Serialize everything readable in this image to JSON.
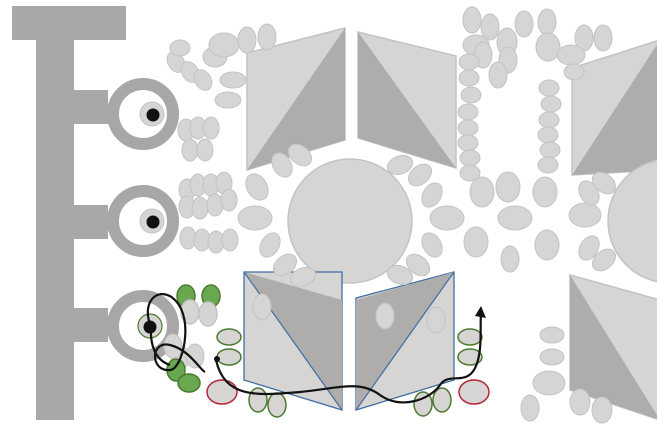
{
  "diagram": {
    "colors": {
      "background": "#ffffff",
      "bar": "#aaa8a6",
      "cell_fill": "#d6d5d4",
      "cell_stroke": "#c4c3c2",
      "cell_dark": "#aeadac",
      "selected_outline": "#4b7a2f",
      "highlight_fill": "#6aa84f",
      "alert_outline": "#b5283a",
      "panel_outline": "#3e6fa3",
      "path": "#111111",
      "port_ring": "#a9a7a5",
      "port_dot": "#111111"
    },
    "parts": {
      "bar": "gray-t-bar",
      "ports": [
        "port-top",
        "port-middle",
        "port-bottom"
      ],
      "panels": [
        "panel-upper-left",
        "panel-upper-right",
        "panel-lower-left",
        "panel-lower-right",
        "panel-far-right-top",
        "panel-far-right-bottom"
      ],
      "hubs": [
        "hub-center",
        "hub-right"
      ],
      "path": "black-route-arrow"
    }
  }
}
